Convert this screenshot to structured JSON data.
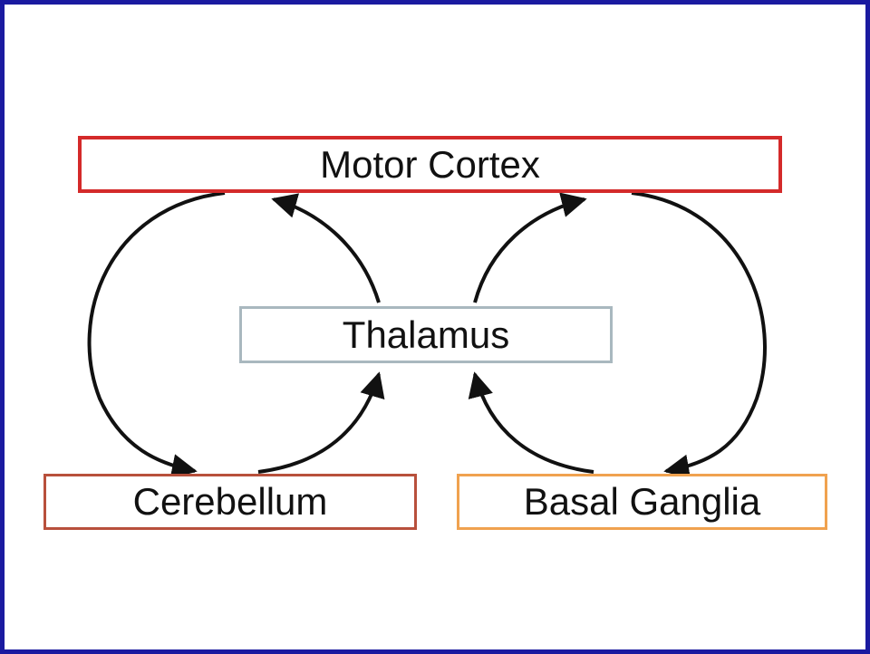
{
  "nodes": {
    "motor_cortex": "Motor Cortex",
    "thalamus": "Thalamus",
    "cerebellum": "Cerebellum",
    "basal_ganglia": "Basal Ganglia"
  },
  "colors": {
    "frame_border": "#1a1aa0",
    "motor_cortex_border": "#d42a2a",
    "thalamus_border": "#a9b8bf",
    "cerebellum_border": "#b8503c",
    "basal_ganglia_border": "#f0a24f",
    "arrow": "#111111"
  },
  "edges": [
    {
      "from": "motor_cortex",
      "to": "cerebellum"
    },
    {
      "from": "cerebellum",
      "to": "thalamus"
    },
    {
      "from": "thalamus",
      "to": "motor_cortex"
    },
    {
      "from": "motor_cortex",
      "to": "basal_ganglia"
    },
    {
      "from": "basal_ganglia",
      "to": "thalamus"
    },
    {
      "from": "thalamus",
      "to": "motor_cortex"
    }
  ]
}
